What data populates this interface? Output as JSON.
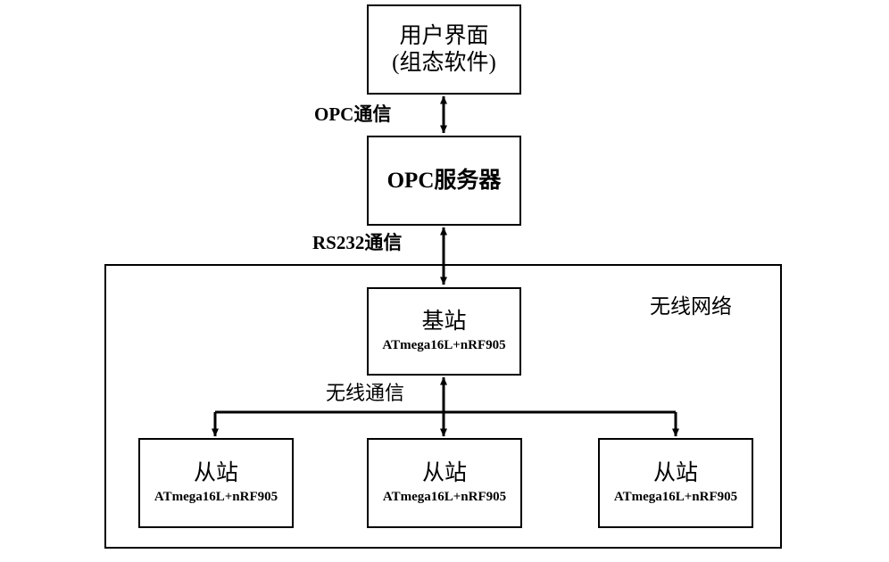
{
  "diagram": {
    "title_nodes": {
      "ui": {
        "line1": "用户界面",
        "line2": "(组态软件)"
      },
      "opc_server": {
        "line1": "OPC服务器"
      },
      "base_station": {
        "line1": "基站",
        "sub": "ATmega16L+nRF905"
      },
      "slave1": {
        "line1": "从站",
        "sub": "ATmega16L+nRF905"
      },
      "slave2": {
        "line1": "从站",
        "sub": "ATmega16L+nRF905"
      },
      "slave3": {
        "line1": "从站",
        "sub": "ATmega16L+nRF905"
      }
    },
    "container": {
      "label": "无线网络"
    },
    "edges": {
      "opc": "OPC通信",
      "rs232": "RS232通信",
      "wireless": "无线通信"
    },
    "colors": {
      "stroke": "#000000",
      "fill": "#ffffff",
      "text": "#000000"
    }
  }
}
